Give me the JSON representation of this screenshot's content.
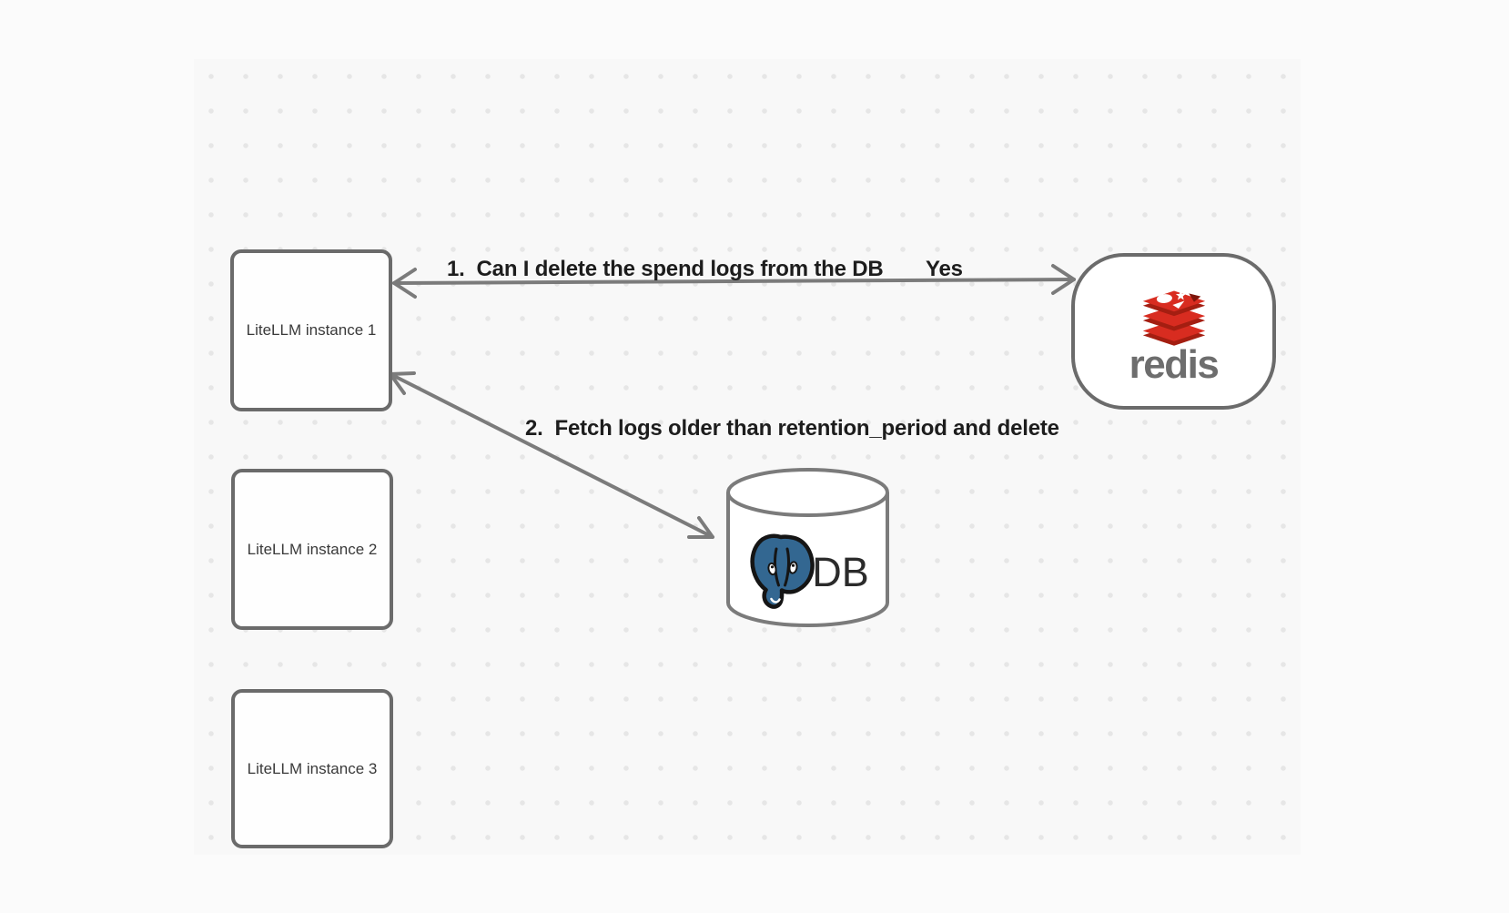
{
  "diagram": {
    "nodes": {
      "litellm1": {
        "label": "LiteLLM instance 1"
      },
      "litellm2": {
        "label": "LiteLLM instance 2"
      },
      "litellm3": {
        "label": "LiteLLM instance 3"
      },
      "redis": {
        "wordmark": "redis"
      },
      "database": {
        "label": "DB"
      }
    },
    "edges": {
      "redis_query": {
        "label": "1.  Can I delete the spend logs from the DB",
        "response": "Yes"
      },
      "db_fetch": {
        "label": "2.  Fetch logs older than retention_period and delete"
      }
    },
    "icons": {
      "redis_logo": "redis-stack-icon",
      "postgres_logo": "postgresql-elephant-icon",
      "database_shape": "database-cylinder"
    },
    "colors": {
      "background": "#fbfbfb",
      "grid_dot": "#e6e6e6",
      "node_border": "#6b6b6b",
      "arrow": "#7b7b7b",
      "label_text": "#1d1d1d",
      "redis_red": "#d82c20",
      "redis_dark_red": "#a41e11",
      "redis_wordmark_gray": "#6d6d6d",
      "postgres_blue": "#336791",
      "db_text": "#2b2b2b"
    }
  }
}
